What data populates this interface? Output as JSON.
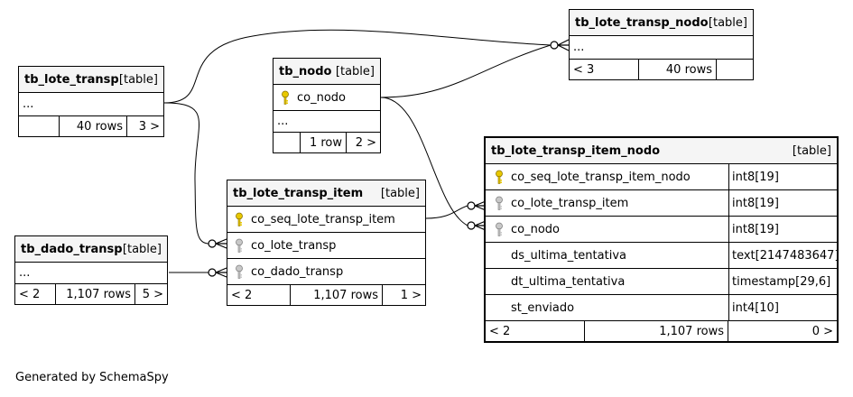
{
  "tables": {
    "lote_transp_nodo": {
      "name": "tb_lote_transp_nodo",
      "type": "[table]",
      "ellipsis": "...",
      "parents": "< 3",
      "rows": "40 rows",
      "children": ""
    },
    "lote_transp": {
      "name": "tb_lote_transp",
      "type": "[table]",
      "ellipsis": "...",
      "parents": "",
      "rows": "40 rows",
      "children": "3 >"
    },
    "nodo": {
      "name": "tb_nodo",
      "type": "[table]",
      "col1": "co_nodo",
      "ellipsis": "...",
      "parents": "",
      "rows": "1 row",
      "children": "2 >"
    },
    "lote_transp_item": {
      "name": "tb_lote_transp_item",
      "type": "[table]",
      "cols": [
        "co_seq_lote_transp_item",
        "co_lote_transp",
        "co_dado_transp"
      ],
      "parents": "< 2",
      "rows": "1,107 rows",
      "children": "1 >"
    },
    "dado_transp": {
      "name": "tb_dado_transp",
      "type": "[table]",
      "ellipsis": "...",
      "parents": "< 2",
      "rows": "1,107 rows",
      "children": "5 >"
    },
    "lote_transp_item_nodo": {
      "name": "tb_lote_transp_item_nodo",
      "type": "[table]",
      "cols": [
        {
          "name": "co_seq_lote_transp_item_nodo",
          "type": "int8[19]"
        },
        {
          "name": "co_lote_transp_item",
          "type": "int8[19]"
        },
        {
          "name": "co_nodo",
          "type": "int8[19]"
        },
        {
          "name": "ds_ultima_tentativa",
          "type": "text[2147483647]"
        },
        {
          "name": "dt_ultima_tentativa",
          "type": "timestamp[29,6]"
        },
        {
          "name": "st_enviado",
          "type": "int4[10]"
        }
      ],
      "parents": "< 2",
      "rows": "1,107 rows",
      "children": "0 >"
    }
  },
  "footer_text": "Generated by SchemaSpy",
  "colors": {
    "primary_key": "#e8c800",
    "foreign_key": "#a0a0a0",
    "header_bg": "#f5f5f5"
  }
}
